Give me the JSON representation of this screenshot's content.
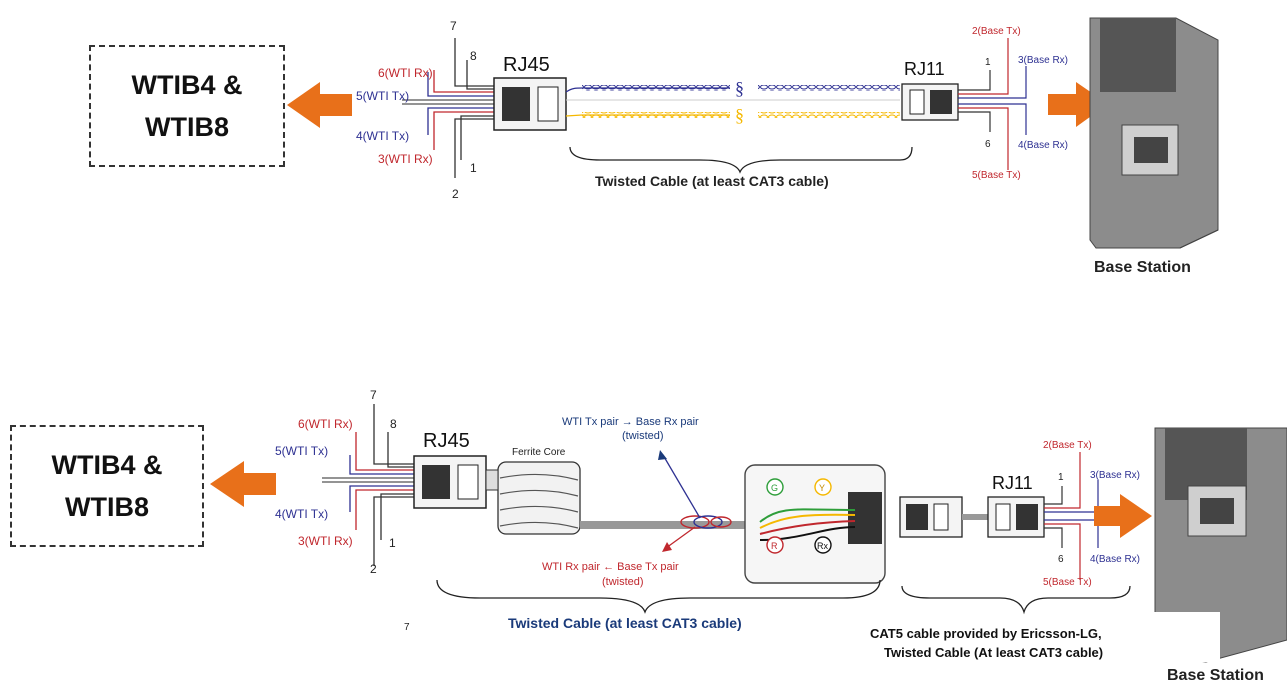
{
  "top": {
    "device_line1": "WTIB4 &",
    "device_line2": "WTIB8",
    "pins_left": [
      "6(WTI Rx)",
      "5(WTI Tx)",
      "4(WTI Tx)",
      "3(WTI Rx)"
    ],
    "pin_numbers": [
      "7",
      "8",
      "1",
      "2"
    ],
    "rj45": "RJ45",
    "rj11": "RJ11",
    "rj11_numbers": [
      "1",
      "6"
    ],
    "pins_right": [
      "2(Base Tx)",
      "3(Base Rx)",
      "4(Base Rx)",
      "5(Base Tx)"
    ],
    "cable_label": "Twisted Cable (at least CAT3 cable)",
    "station_label": "Base Station",
    "break_marks": [
      "§",
      "§"
    ]
  },
  "bottom": {
    "device_line1": "WTIB4 &",
    "device_line2": "WTIB8",
    "pins_left": [
      "6(WTI Rx)",
      "5(WTI Tx)",
      "4(WTI Tx)",
      "3(WTI Rx)"
    ],
    "pin_numbers": [
      "7",
      "8",
      "1",
      "2"
    ],
    "rj45": "RJ45",
    "ferrite": "Ferrite Core",
    "tx_pair_line1": "WTI Tx pair → Base Rx pair",
    "tx_pair_line2": "(twisted)",
    "rx_pair_line1": "WTI Rx pair ← Base Tx pair",
    "rx_pair_line2": "(twisted)",
    "terminals": [
      "G",
      "Y",
      "R",
      "Rx"
    ],
    "rj11": "RJ11",
    "rj11_numbers": [
      "1",
      "6"
    ],
    "pins_right": [
      "2(Base Tx)",
      "3(Base Rx)",
      "4(Base Rx)",
      "5(Base Tx)"
    ],
    "stray_mark": "7",
    "cable_label": "Twisted Cable (at least CAT3 cable)",
    "cat5_line1": "CAT5 cable provided by Ericsson-LG,",
    "cat5_line2": "Twisted Cable (At least CAT3 cable)",
    "station_label": "Base Station"
  },
  "colors": {
    "red": "#c0272d",
    "blue": "#2e3192",
    "orange": "#e8701a",
    "yellow": "#f5b800",
    "green": "#2e9e3a",
    "navy": "#1a3a7a"
  }
}
